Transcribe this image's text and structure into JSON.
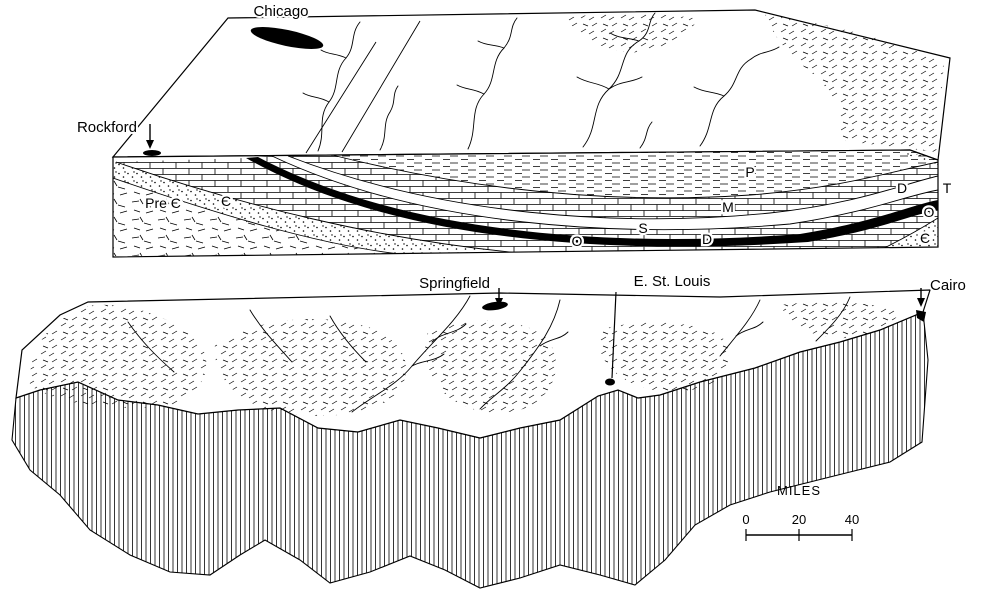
{
  "upper_block": {
    "cities": {
      "chicago": "Chicago",
      "rockford": "Rockford"
    },
    "strata": {
      "precambrian": "Pre Є",
      "cambrian_left": "Є",
      "ordovician": "O",
      "silurian": "S",
      "devonian": "D",
      "mississippian": "M",
      "pennsylvanian": "P",
      "devonian_right": "D",
      "tertiary_right": "T",
      "ordovician_right": "O",
      "cambrian_right": "Є"
    }
  },
  "lower_block": {
    "cities": {
      "springfield": "Springfield",
      "east_st_louis": "E. St. Louis",
      "cairo": "Cairo"
    }
  },
  "scale_bar": {
    "unit": "MILES",
    "ticks": [
      "0",
      "20",
      "40"
    ]
  },
  "colors": {
    "ink": "#000000",
    "paper": "#ffffff"
  }
}
